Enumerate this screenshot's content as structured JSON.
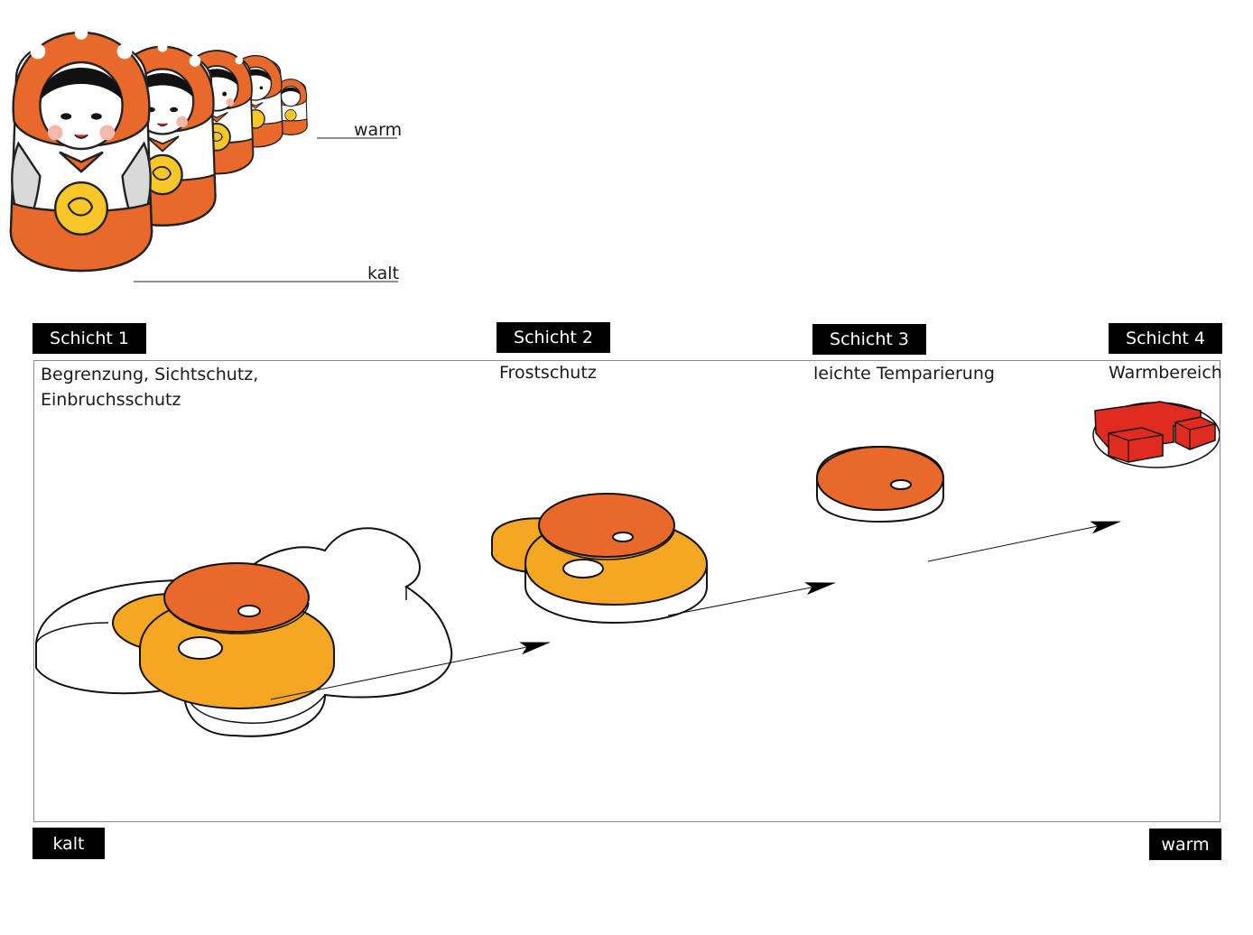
{
  "colors": {
    "dark_orange": "#e8692a",
    "light_orange": "#f5a623",
    "red": "#e02b20",
    "yellow": "#f7c72a",
    "black": "#000000"
  },
  "doll_legend": {
    "warm": "warm",
    "kalt": "kalt"
  },
  "layers": [
    {
      "label": "Schicht 1",
      "description_lines": [
        "Begrenzung, Sichtschutz,",
        "Einbruchsschutz"
      ]
    },
    {
      "label": "Schicht 2",
      "description_lines": [
        "Frostschutz"
      ]
    },
    {
      "label": "Schicht 3",
      "description_lines": [
        "leichte Temparierung"
      ]
    },
    {
      "label": "Schicht 4",
      "description_lines": [
        "Warmbereich"
      ]
    }
  ],
  "scale": {
    "left": "kalt",
    "right": "warm"
  }
}
